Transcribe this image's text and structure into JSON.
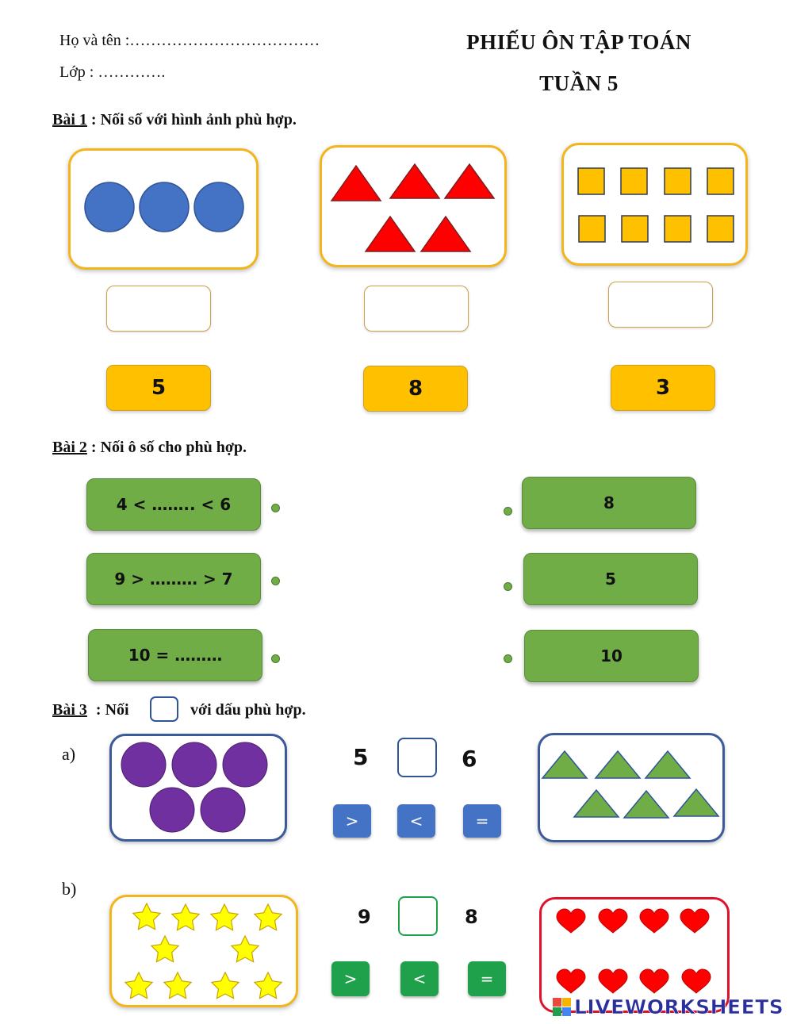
{
  "header": {
    "name_label": "Họ và tên :………………………………",
    "class_label": "Lớp : ………….",
    "title_line1": "PHIẾU ÔN TẬP TOÁN",
    "title_line2": "TUẦN 5"
  },
  "bai1": {
    "label": "Bài 1",
    "instruction": ": Nối số với hình ảnh phù hợp.",
    "number_tiles": [
      "5",
      "8",
      "3"
    ]
  },
  "bai2": {
    "label": "Bài 2",
    "instruction": ": Nối ô số cho phù hợp.",
    "left_items": [
      "4 < …….. < 6",
      "9 > ……… > 7",
      "10 = ………"
    ],
    "right_items": [
      "8",
      "5",
      "10"
    ]
  },
  "bai3": {
    "label": "Bài 3",
    "instruction_prefix": ": Nối",
    "instruction_suffix": "với dấu phù hợp.",
    "part_a": {
      "label": "a)",
      "left_number": "5",
      "right_number": "6"
    },
    "part_b": {
      "label": "b)",
      "left_number": "9",
      "right_number": "8"
    },
    "operators": [
      ">",
      "<",
      "="
    ]
  },
  "watermark": {
    "text": "LIVEWORKSHEETS"
  },
  "colors": {
    "card_border": "#f3b41c",
    "circle_blue": "#4472c4",
    "triangle_red": "#ff0000",
    "square_yellow": "#ffc000",
    "green_box": "#70ad47",
    "purple": "#7030a0",
    "triangle_green": "#70ad47",
    "star_yellow": "#ffff00",
    "heart_red": "#ff0000"
  }
}
